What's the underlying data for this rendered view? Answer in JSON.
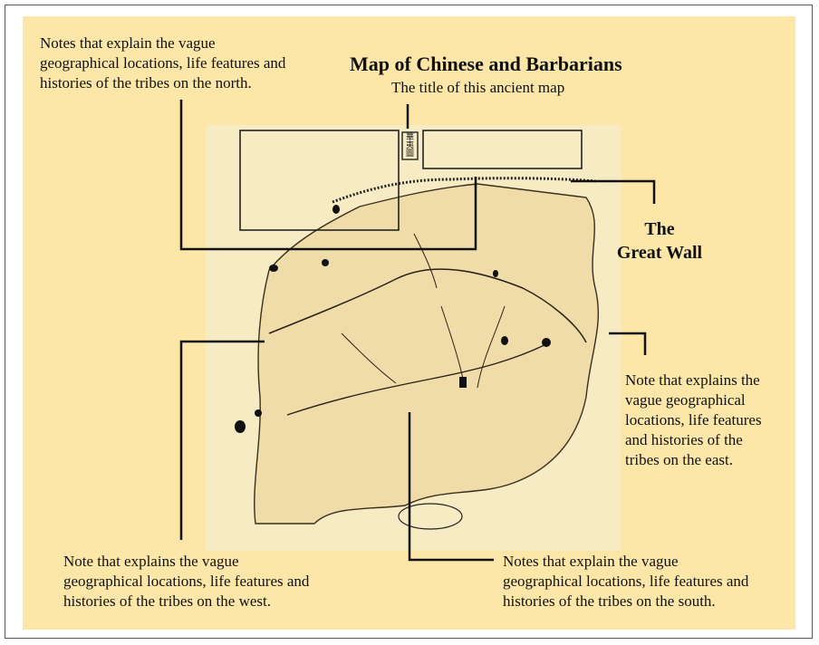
{
  "title": "Map of Chinese and Barbarians",
  "title_caption": "The title of this ancient map",
  "labels": {
    "north": [
      "Notes that explain the vague",
      "geographical locations, life features and",
      "histories of  the tribes on the north."
    ],
    "great_wall": [
      "The",
      "Great Wall"
    ],
    "east": [
      "Note that explains the",
      "vague geographical",
      "locations, life features",
      "and histories of  the",
      "tribes on the east."
    ],
    "west": [
      "Note that explains the vague",
      "geographical locations, life features and",
      "histories of  the tribes on the west."
    ],
    "south": [
      "Notes that explain the vague",
      "geographical locations, life features and",
      "histories of  the tribes on the south."
    ]
  },
  "map_title_seal": "華夷圖",
  "colors": {
    "panel": "#fce6a8",
    "map_paper": "#f7ebc3",
    "ink": "#111111"
  }
}
